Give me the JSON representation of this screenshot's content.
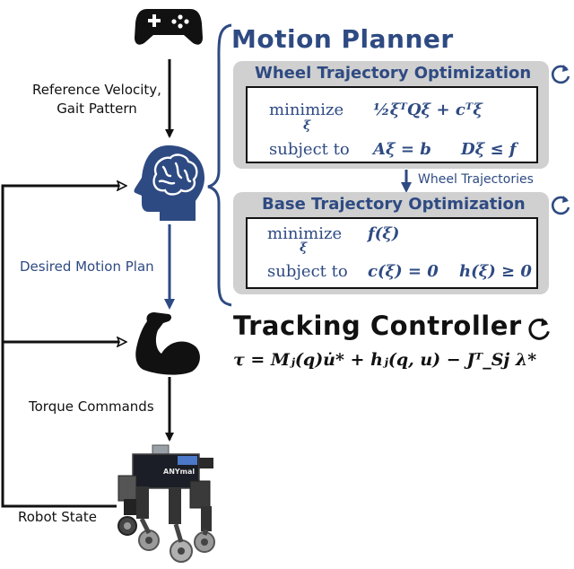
{
  "labels": {
    "reference": [
      "Reference Velocity,",
      "Gait Pattern"
    ],
    "desired_motion_plan": "Desired Motion Plan",
    "torque_commands": "Torque Commands",
    "robot_state": "Robot State",
    "wheel_trajectories": "Wheel Trajectories"
  },
  "motion_planner": {
    "title": "Motion Planner",
    "wheel_opt": {
      "title": "Wheel Trajectory Optimization",
      "minimize": "minimize",
      "var": "ξ",
      "objective": "½ξᵀQξ + cᵀξ",
      "subject_to": "subject to",
      "c1": "Aξ = b",
      "c2": "Dξ ≤ f"
    },
    "base_opt": {
      "title": "Base Trajectory Optimization",
      "minimize": "minimize",
      "var": "ξ",
      "objective": "f(ξ)",
      "subject_to": "subject to",
      "c1": "c(ξ) = 0",
      "c2": "h(ξ) ≥ 0"
    }
  },
  "tracking_controller": {
    "title": "Tracking Controller",
    "equation": "τ = Mⱼ(q)u̇* + hⱼ(q, u) − Jᵀ_Sj λ*"
  },
  "robot": {
    "logo_text": "ANYmal"
  },
  "icons": [
    "gamepad-icon",
    "brain-head-icon",
    "flexed-arm-icon",
    "robot-image",
    "refresh-icon"
  ],
  "colors": {
    "accent_blue": "#2e4a82",
    "panel_gray": "#d0d0d0",
    "ink": "#111111"
  }
}
